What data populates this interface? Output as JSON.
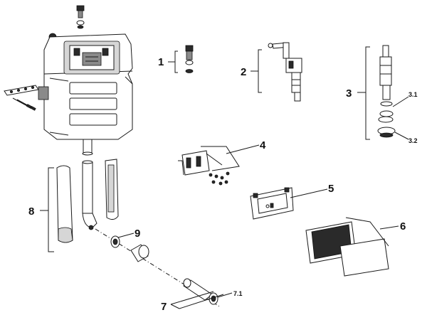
{
  "callouts": {
    "c1": "1",
    "c2": "2",
    "c3": "3",
    "c3_1": "3.1",
    "c3_2": "3.2",
    "c4": "4",
    "c5": "5",
    "c6": "6",
    "c7": "7",
    "c7_1": "7.1",
    "c8": "8",
    "c9": "9"
  }
}
